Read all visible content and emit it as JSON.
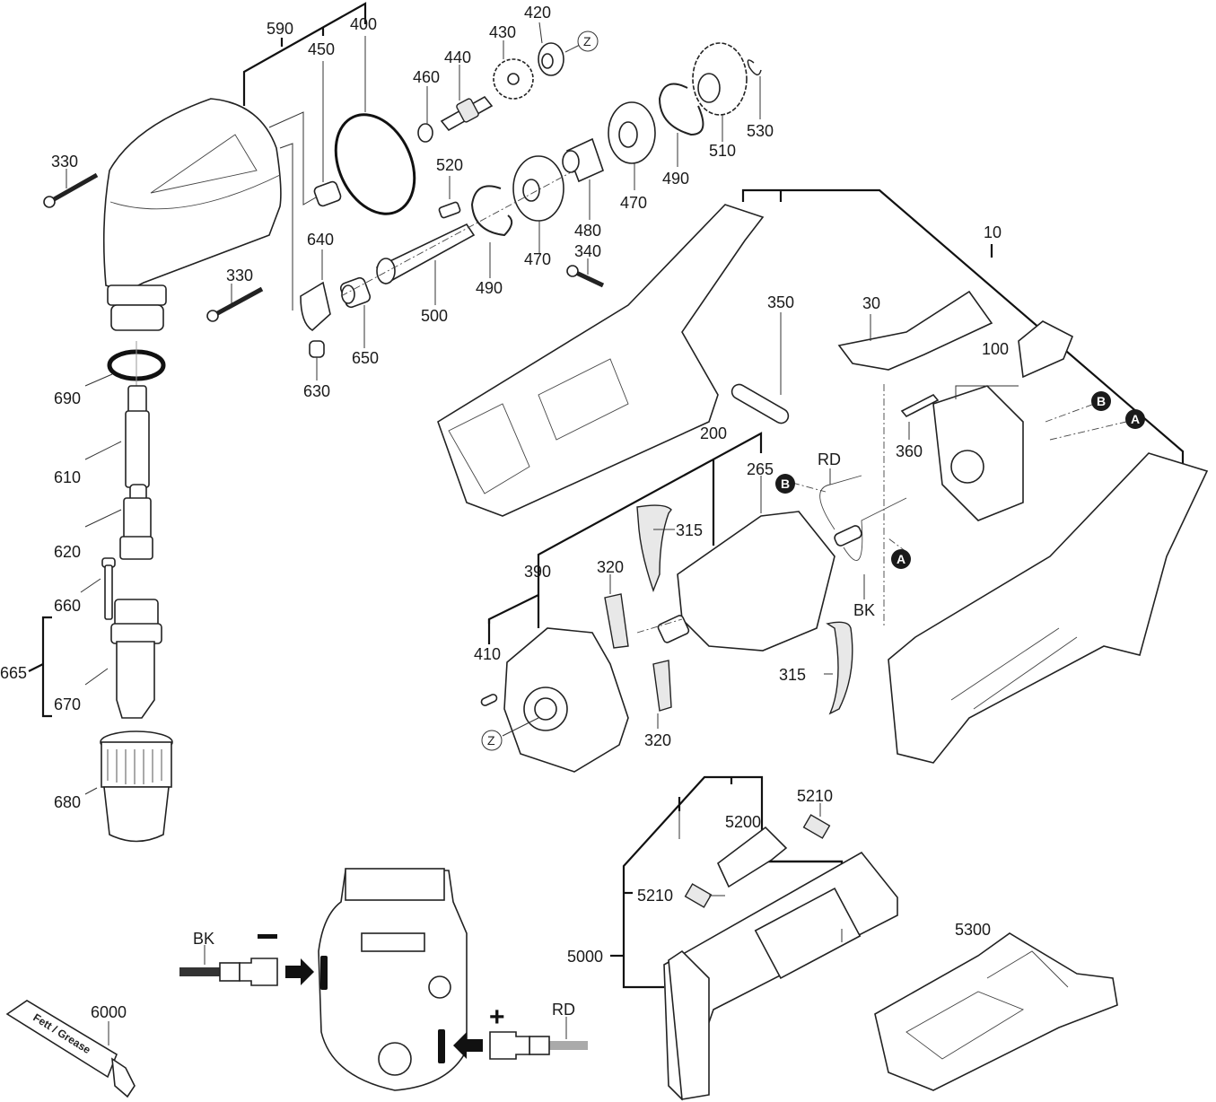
{
  "diagram": {
    "type": "exploded-parts-diagram",
    "labels": {
      "p590": "590",
      "p450": "450",
      "p400": "400",
      "p460": "460",
      "p440": "440",
      "p430": "430",
      "p420": "420",
      "p530": "530",
      "p510": "510",
      "p490a": "490",
      "p490b": "490",
      "p470a": "470",
      "p470b": "470",
      "p480": "480",
      "p520": "520",
      "p340": "340",
      "p500": "500",
      "p640": "640",
      "p650": "650",
      "p630": "630",
      "p330a": "330",
      "p330b": "330",
      "p690": "690",
      "p610": "610",
      "p620": "620",
      "p660": "660",
      "p665": "665",
      "p670": "670",
      "p680": "680",
      "p10": "10",
      "p350": "350",
      "p30": "30",
      "p100": "100",
      "p360": "360",
      "p200": "200",
      "p265": "265",
      "p315a": "315",
      "p315b": "315",
      "p320a": "320",
      "p320b": "320",
      "p390": "390",
      "p410": "410",
      "p5000": "5000",
      "p5200": "5200",
      "p5210a": "5210",
      "p5210b": "5210",
      "p5300": "5300",
      "p6000": "6000"
    },
    "wire_labels": {
      "rd_top": "RD",
      "bk_top": "BK",
      "bk_bottom": "BK",
      "rd_bottom": "RD"
    },
    "callouts": {
      "a1": "A",
      "a2": "A",
      "b1": "B",
      "b2": "B",
      "z1": "Z",
      "z2": "Z"
    },
    "polarity": {
      "minus": "−",
      "plus": "+"
    },
    "grease_tube_text": "Fett / Grease"
  }
}
